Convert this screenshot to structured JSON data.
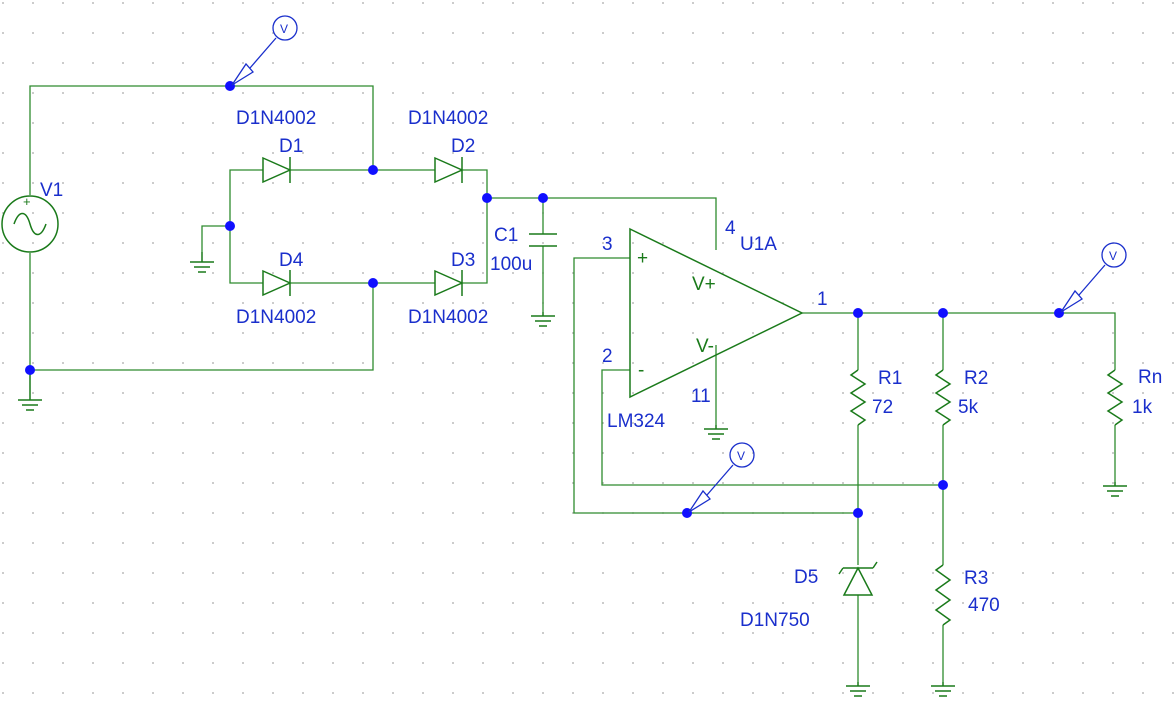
{
  "components": {
    "V1": {
      "ref": "V1"
    },
    "D1": {
      "ref": "D1",
      "part": "D1N4002"
    },
    "D2": {
      "ref": "D2",
      "part": "D1N4002"
    },
    "D3": {
      "ref": "D3",
      "part": "D1N4002"
    },
    "D4": {
      "ref": "D4",
      "part": "D1N4002"
    },
    "C1": {
      "ref": "C1",
      "value": "100u"
    },
    "U1A": {
      "ref": "U1A",
      "part": "LM324",
      "pin_pos": "3",
      "pin_neg": "2",
      "pin_out": "1",
      "pin_vp": "4",
      "pin_vn": "11",
      "vplus": "V+",
      "vminus": "V-",
      "plus_sign": "+",
      "minus_sign": "-"
    },
    "R1": {
      "ref": "R1",
      "value": "72"
    },
    "R2": {
      "ref": "R2",
      "value": "5k"
    },
    "R3": {
      "ref": "R3",
      "value": "470"
    },
    "Rn": {
      "ref": "Rn",
      "value": "1k"
    },
    "D5": {
      "ref": "D5",
      "part": "D1N750"
    }
  },
  "probes": {
    "label": "V"
  },
  "colors": {
    "wire": "#2e8b2e",
    "component": "#1a7a1a",
    "label": "#1a2fcc",
    "junction": "#1010ff"
  }
}
